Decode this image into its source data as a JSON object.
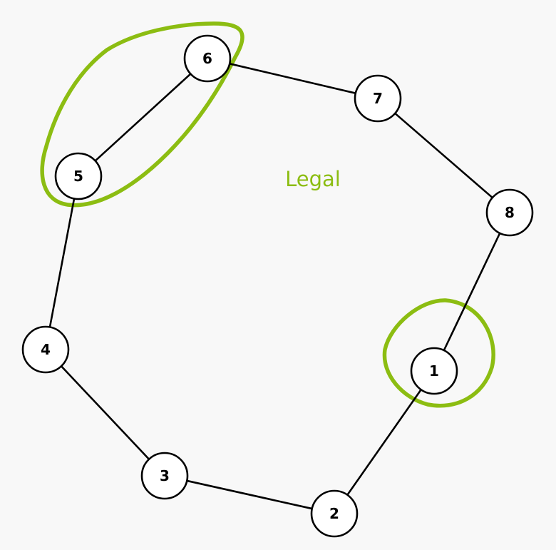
{
  "caption": "Legal",
  "colors": {
    "highlight": "#8cbd12",
    "node_stroke": "#000000",
    "node_fill": "#ffffff",
    "background": "#f8f8f8"
  },
  "nodes": [
    {
      "id": "1",
      "label": "1"
    },
    {
      "id": "2",
      "label": "2"
    },
    {
      "id": "3",
      "label": "3"
    },
    {
      "id": "4",
      "label": "4"
    },
    {
      "id": "5",
      "label": "5"
    },
    {
      "id": "6",
      "label": "6"
    },
    {
      "id": "7",
      "label": "7"
    },
    {
      "id": "8",
      "label": "8"
    }
  ],
  "edges": [
    [
      "1",
      "2"
    ],
    [
      "2",
      "3"
    ],
    [
      "3",
      "4"
    ],
    [
      "4",
      "5"
    ],
    [
      "5",
      "6"
    ],
    [
      "6",
      "7"
    ],
    [
      "7",
      "8"
    ],
    [
      "8",
      "1"
    ]
  ],
  "groups": [
    {
      "name": "group-5-6",
      "members": [
        "5",
        "6"
      ]
    },
    {
      "name": "group-1",
      "members": [
        "1"
      ]
    }
  ]
}
